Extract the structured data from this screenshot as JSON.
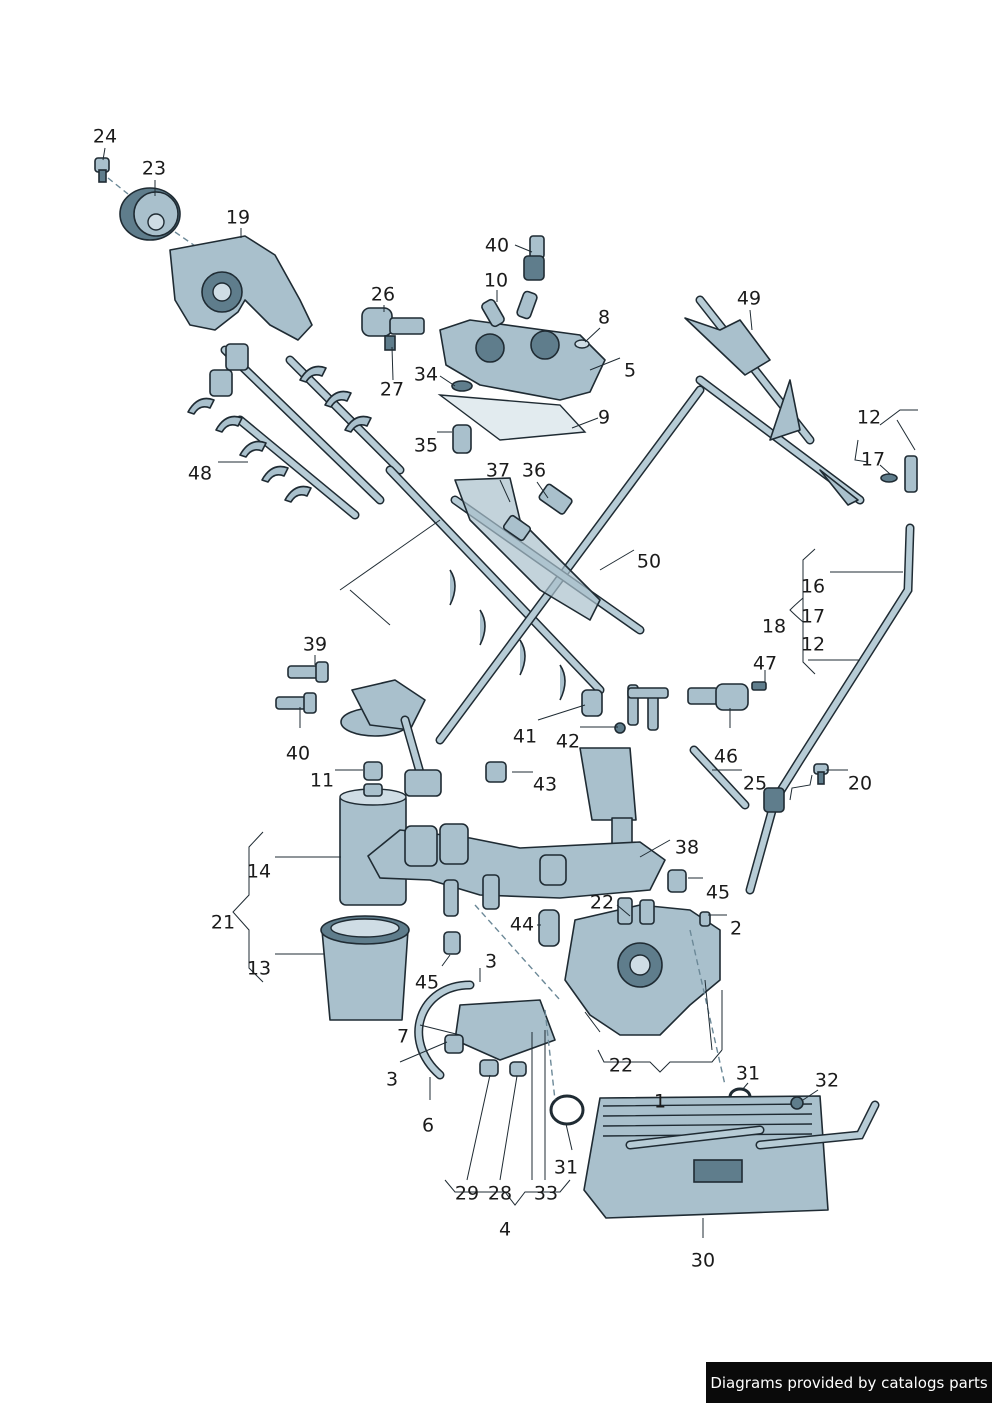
{
  "callouts": [
    {
      "label": "24"
    },
    {
      "label": "23"
    },
    {
      "label": "19"
    },
    {
      "label": "40"
    },
    {
      "label": "10"
    },
    {
      "label": "26"
    },
    {
      "label": "8"
    },
    {
      "label": "49"
    },
    {
      "label": "34"
    },
    {
      "label": "5"
    },
    {
      "label": "27"
    },
    {
      "label": "9"
    },
    {
      "label": "12"
    },
    {
      "label": "35"
    },
    {
      "label": "17"
    },
    {
      "label": "48"
    },
    {
      "label": "37"
    },
    {
      "label": "36"
    },
    {
      "label": "50"
    },
    {
      "label": "16"
    },
    {
      "label": "17"
    },
    {
      "label": "18"
    },
    {
      "label": "12"
    },
    {
      "label": "39"
    },
    {
      "label": "47"
    },
    {
      "label": "40"
    },
    {
      "label": "41"
    },
    {
      "label": "42"
    },
    {
      "label": "46"
    },
    {
      "label": "11"
    },
    {
      "label": "43"
    },
    {
      "label": "25"
    },
    {
      "label": "20"
    },
    {
      "label": "38"
    },
    {
      "label": "14"
    },
    {
      "label": "45"
    },
    {
      "label": "22"
    },
    {
      "label": "2"
    },
    {
      "label": "21"
    },
    {
      "label": "44"
    },
    {
      "label": "13"
    },
    {
      "label": "3"
    },
    {
      "label": "45"
    },
    {
      "label": "7"
    },
    {
      "label": "22"
    },
    {
      "label": "3"
    },
    {
      "label": "31"
    },
    {
      "label": "32"
    },
    {
      "label": "1"
    },
    {
      "label": "6"
    },
    {
      "label": "31"
    },
    {
      "label": "29"
    },
    {
      "label": "28"
    },
    {
      "label": "33"
    },
    {
      "label": "4"
    },
    {
      "label": "30"
    }
  ],
  "credit": "Diagrams provided by catalogs parts",
  "colors": {
    "part": "#a9c0cc",
    "part_dark": "#5f7d8c",
    "outline": "#1f2b33",
    "background": "#ffffff"
  }
}
